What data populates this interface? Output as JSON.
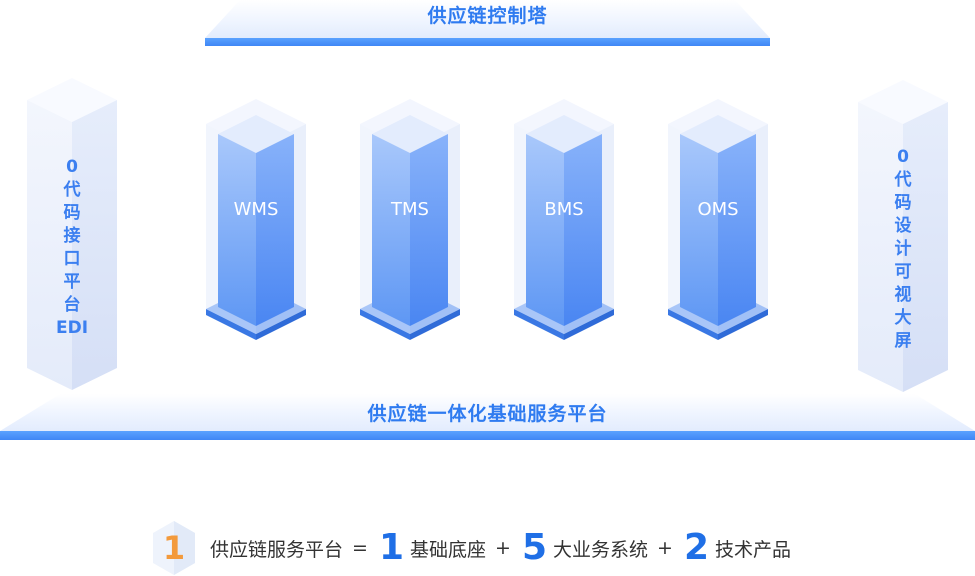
{
  "top_platform": {
    "title": "供应链控制塔"
  },
  "bottom_platform": {
    "title": "供应链一体化基础服务平台"
  },
  "left_pillar": {
    "chars": [
      "0",
      "代",
      "码",
      "接",
      "口",
      "平",
      "台",
      "EDI"
    ]
  },
  "right_pillar": {
    "chars": [
      "0",
      "代",
      "码",
      "设",
      "计",
      "可",
      "视",
      "大",
      "屏"
    ]
  },
  "towers": [
    {
      "label": "WMS"
    },
    {
      "label": "TMS"
    },
    {
      "label": "BMS"
    },
    {
      "label": "OMS"
    }
  ],
  "formula": {
    "badge_number": "1",
    "platform_label": "供应链服务平台",
    "equals": "=",
    "term1_number": "1",
    "term1_label": "基础底座",
    "plus": "+",
    "term2_number": "5",
    "term2_label": "大业务系统",
    "term3_number": "2",
    "term3_label": "技术产品"
  },
  "colors": {
    "accent_blue": "#2f7bf0",
    "badge_orange": "#f39a3c",
    "number_blue": "#1f6fe6"
  }
}
